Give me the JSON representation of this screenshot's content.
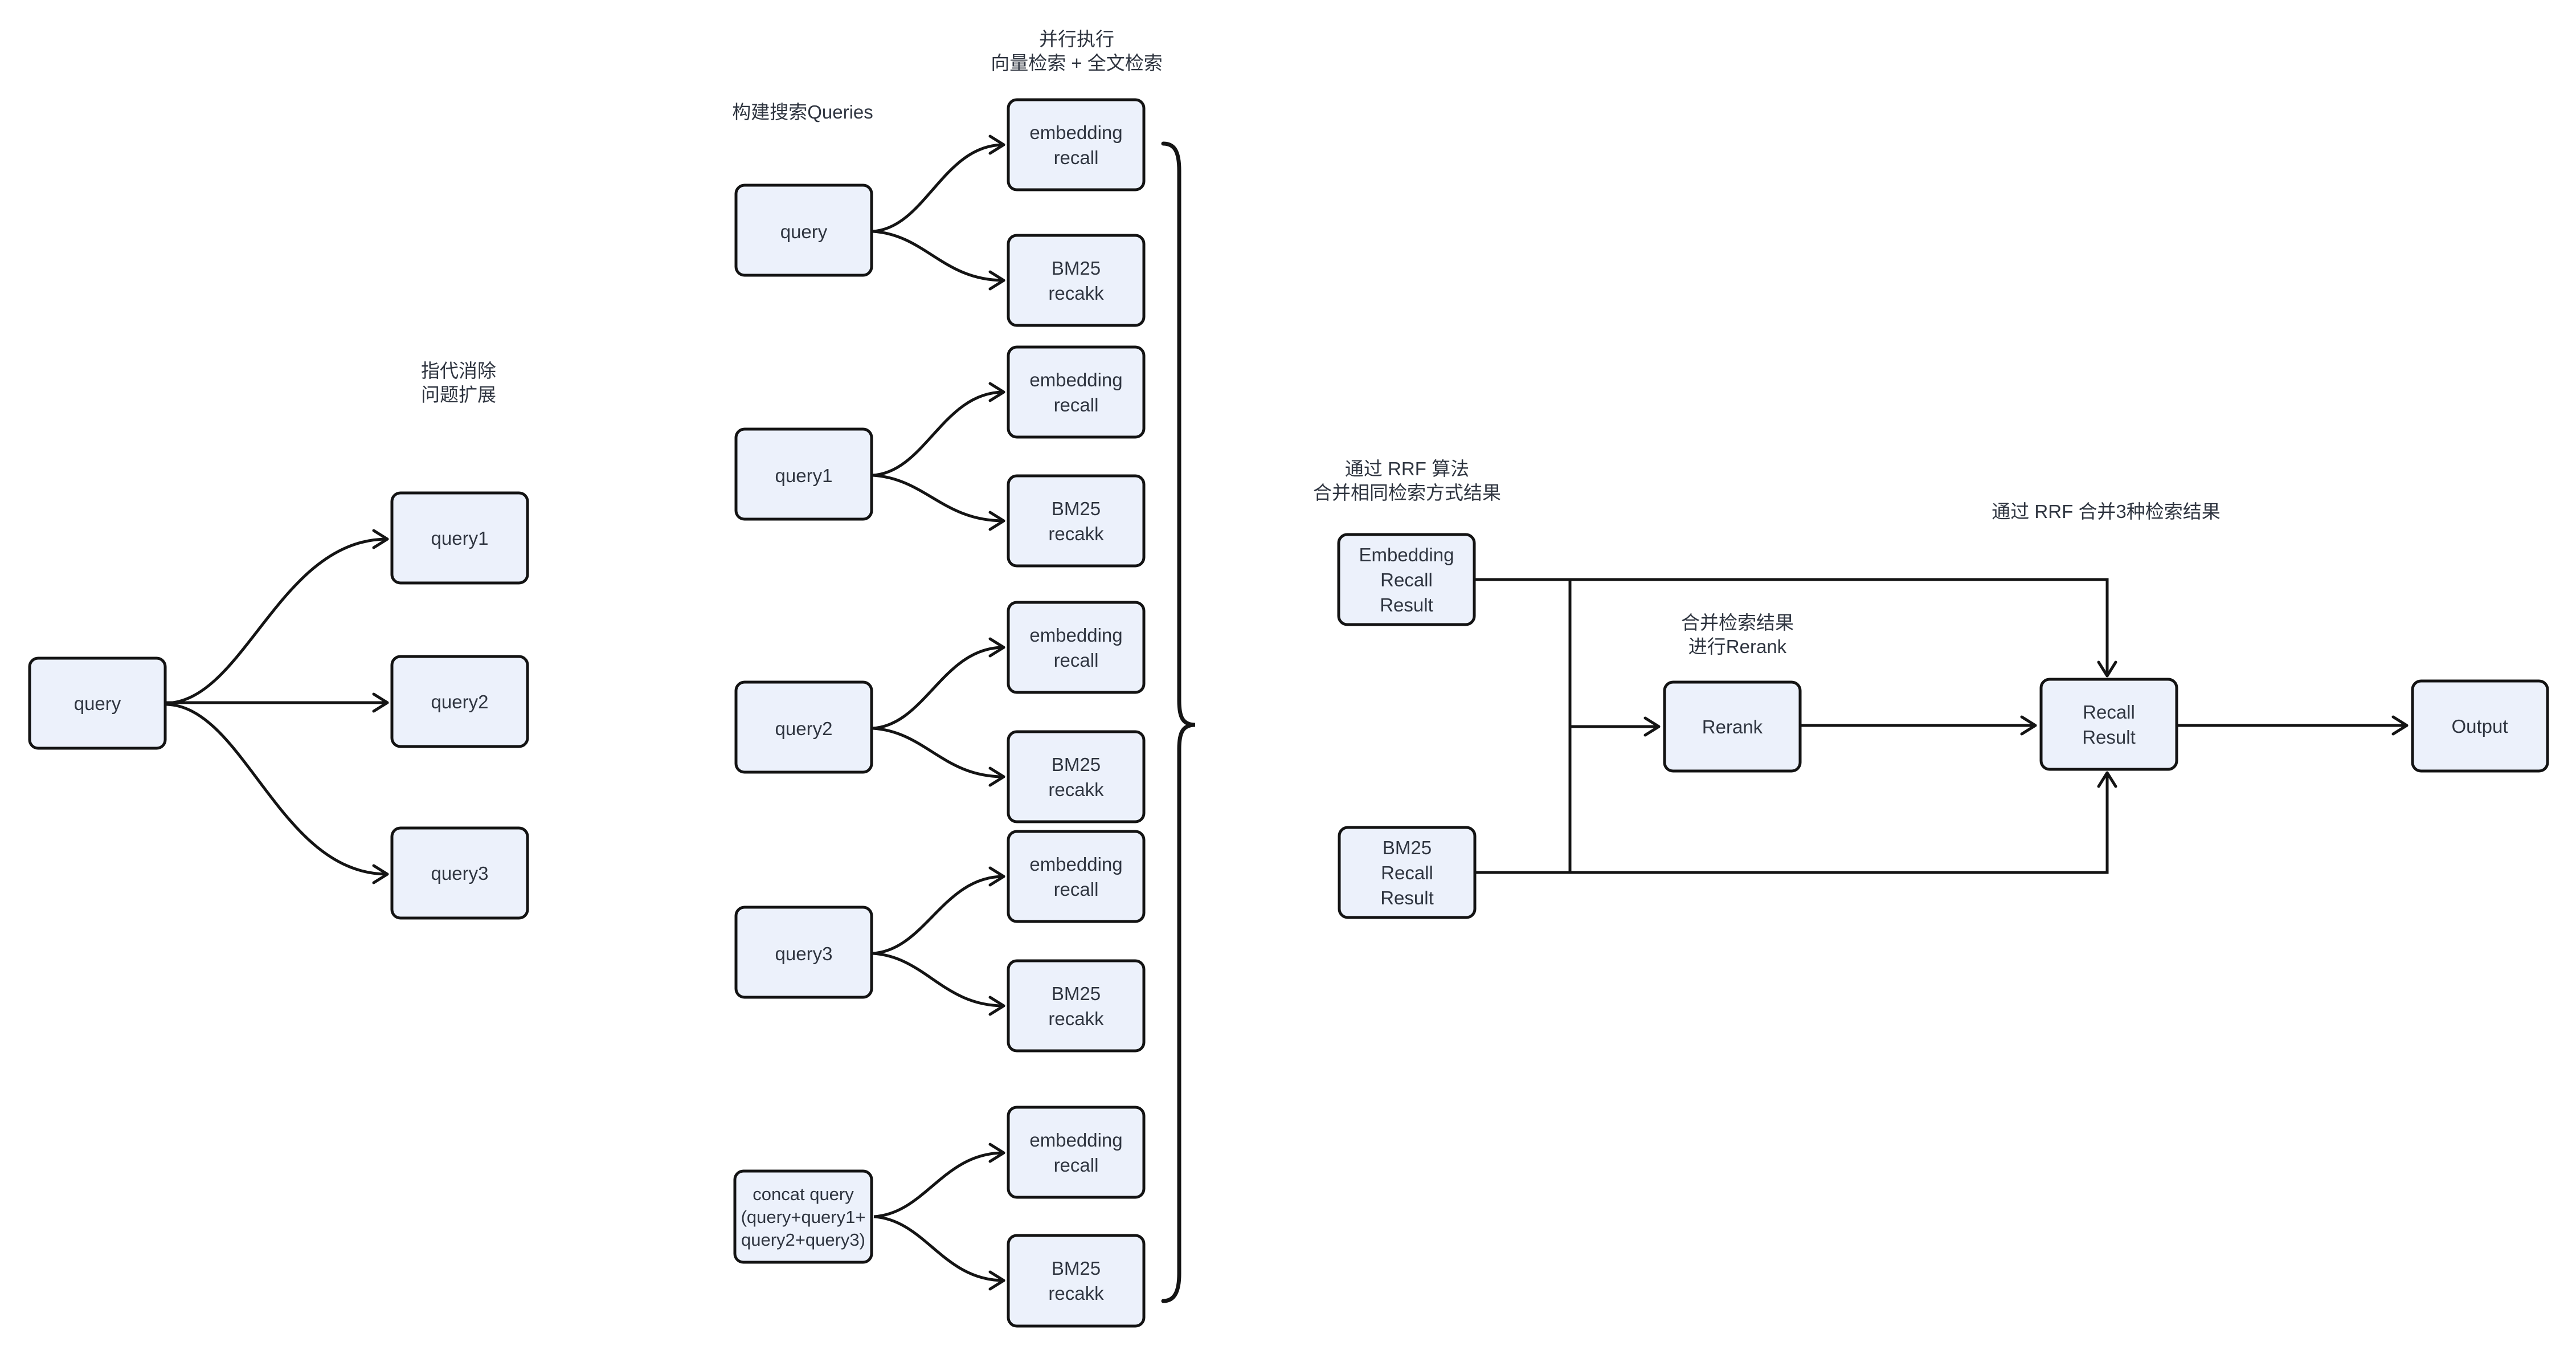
{
  "labels": {
    "left_note_1": "指代消除",
    "left_note_2": "问题扩展",
    "build_queries": "构建搜索Queries",
    "parallel_1": "并行执行",
    "parallel_2": "向量检索 + 全文检索",
    "rrf_merge_1": "通过 RRF 算法",
    "rrf_merge_2": "合并相同检索方式结果",
    "rerank_note_1": "合并检索结果",
    "rerank_note_2": "进行Rerank",
    "rrf_merge3": "通过 RRF 合并3种检索结果"
  },
  "nodes": {
    "query": "query",
    "query1": "query1",
    "query2": "query2",
    "query3": "query3",
    "concat_1": "concat query",
    "concat_2": "(query+query1+",
    "concat_3": "query2+query3)",
    "embedding_1": "embedding",
    "embedding_2": "recall",
    "bm25_1": "BM25",
    "bm25_2": "recakk",
    "emb_result_1": "Embedding",
    "emb_result_2": "Recall",
    "emb_result_3": "Result",
    "bm25_result_1": "BM25",
    "bm25_result_2": "Recall",
    "bm25_result_3": "Result",
    "rerank": "Rerank",
    "recall_result_1": "Recall",
    "recall_result_2": "Result",
    "output": "Output"
  },
  "colors": {
    "node_fill": "#ECF1FB",
    "node_border": "#131313",
    "text": "#2F3540",
    "connector": "#141414",
    "background": "#FFFFFF"
  }
}
